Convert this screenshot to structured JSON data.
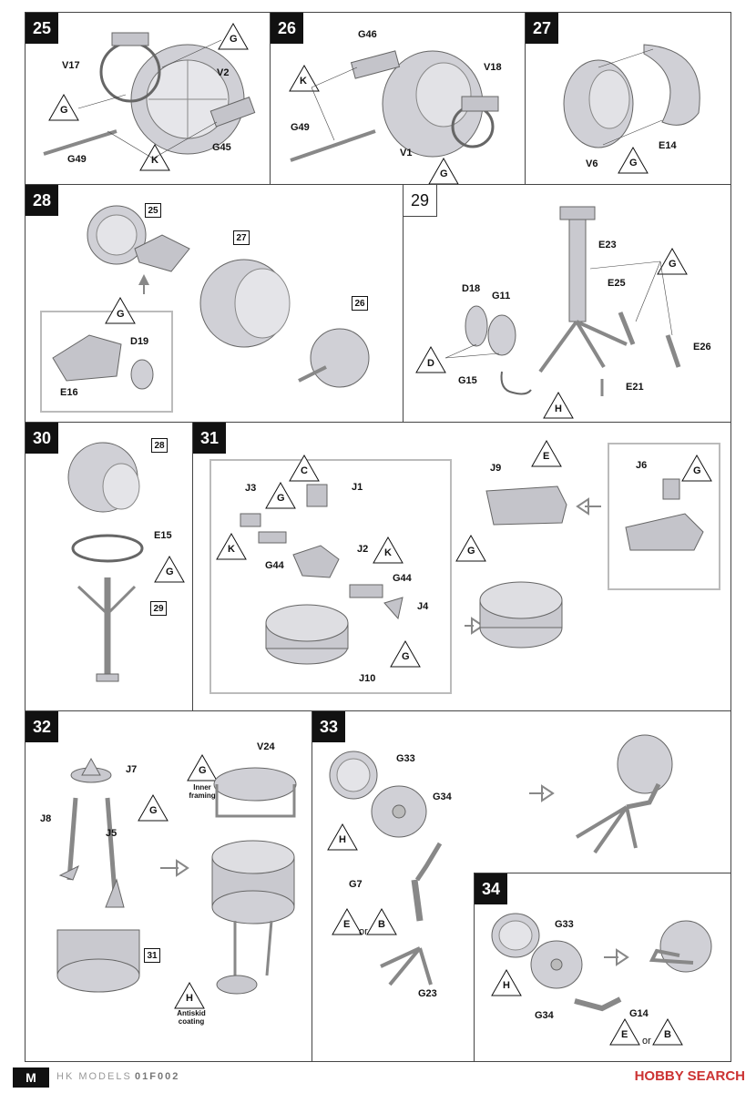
{
  "steps": {
    "s25": {
      "num": "25",
      "v17": "V17",
      "v2": "V2",
      "g49": "G49",
      "g45": "G45",
      "g_a": "G",
      "g_b": "G",
      "k": "K"
    },
    "s26": {
      "num": "26",
      "g46": "G46",
      "v18": "V18",
      "g49": "G49",
      "v1": "V1",
      "k": "K",
      "g": "G"
    },
    "s27": {
      "num": "27",
      "v6": "V6",
      "e14": "E14",
      "g": "G"
    },
    "s28": {
      "num": "28",
      "ref25": "25",
      "ref27": "27",
      "ref26": "26",
      "g": "G",
      "d19": "D19",
      "e16": "E16"
    },
    "s29": {
      "num": "29",
      "e23": "E23",
      "d18": "D18",
      "g11": "G11",
      "e25": "E25",
      "e26": "E26",
      "g15": "G15",
      "e21": "E21",
      "g": "G",
      "d": "D",
      "h": "H"
    },
    "s30": {
      "num": "30",
      "ref28": "28",
      "e15": "E15",
      "ref29": "29",
      "g": "G"
    },
    "s31": {
      "num": "31",
      "c": "C",
      "j1": "J1",
      "j3": "J3",
      "g_a": "G",
      "k_a": "K",
      "j2": "J2",
      "g44_a": "G44",
      "k_b": "K",
      "g44_b": "G44",
      "j4": "J4",
      "g_b": "G",
      "j10": "J10",
      "e": "E",
      "j9": "J9",
      "g_c": "G",
      "j6": "J6",
      "g_d": "G"
    },
    "s32": {
      "num": "32",
      "j7": "J7",
      "g": "G",
      "j8": "J8",
      "j5": "J5",
      "ref31": "31",
      "v24": "V24",
      "g_inner": "G",
      "inner_note": "Inner framing",
      "h": "H",
      "h_note": "Antiskid coating"
    },
    "s33": {
      "num": "33",
      "g33": "G33",
      "g34": "G34",
      "h": "H",
      "g7": "G7",
      "e": "E",
      "or": "or",
      "b": "B",
      "g23": "G23"
    },
    "s34": {
      "num": "34",
      "g33": "G33",
      "h": "H",
      "g34": "G34",
      "g14": "G14",
      "e": "E",
      "or": "or",
      "b": "B"
    }
  },
  "footer": {
    "logo": "M",
    "brand": "HK MODELS",
    "code": "01F002",
    "watermark": "HOBBY SEARCH"
  },
  "colors": {
    "part_fill": "#c9c9cf",
    "part_stroke": "#6b6b73",
    "accent_text": "#111111",
    "watermark": "#cc3333"
  }
}
